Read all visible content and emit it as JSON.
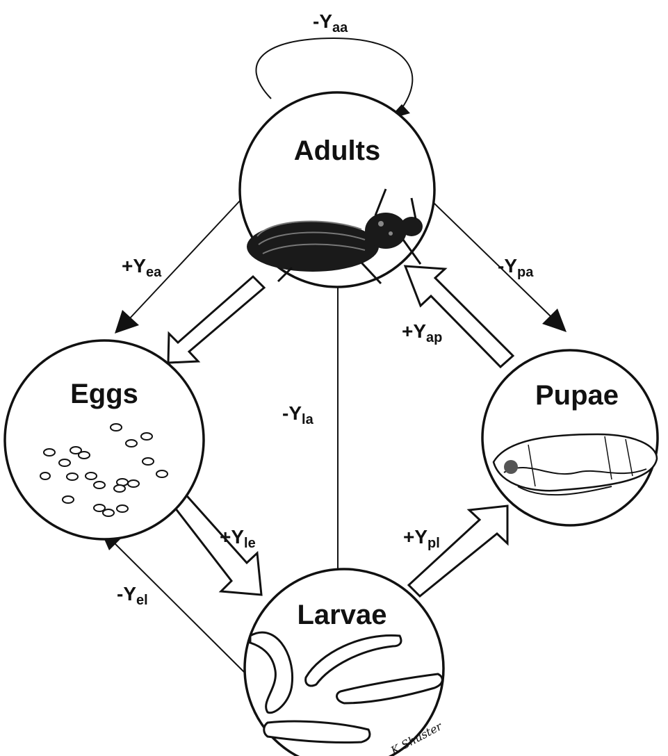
{
  "nodes": {
    "adults": "Adults",
    "eggs": "Eggs",
    "larvae": "Larvae",
    "pupae": "Pupae"
  },
  "edges": {
    "aa": {
      "sign": "-",
      "main": "Y",
      "sub": "aa"
    },
    "ea": {
      "sign": "+",
      "main": "Y",
      "sub": "ea"
    },
    "pa": {
      "sign": "-",
      "main": "Y",
      "sub": "pa"
    },
    "ap": {
      "sign": "+",
      "main": "Y",
      "sub": "ap"
    },
    "la": {
      "sign": "-",
      "main": "Y",
      "sub": "la"
    },
    "le": {
      "sign": "+",
      "main": "Y",
      "sub": "le"
    },
    "pl": {
      "sign": "+",
      "main": "Y",
      "sub": "pl"
    },
    "el": {
      "sign": "-",
      "main": "Y",
      "sub": "el"
    }
  },
  "signature": "K.Shuster",
  "colors": {
    "ink": "#111111",
    "background": "#ffffff"
  }
}
